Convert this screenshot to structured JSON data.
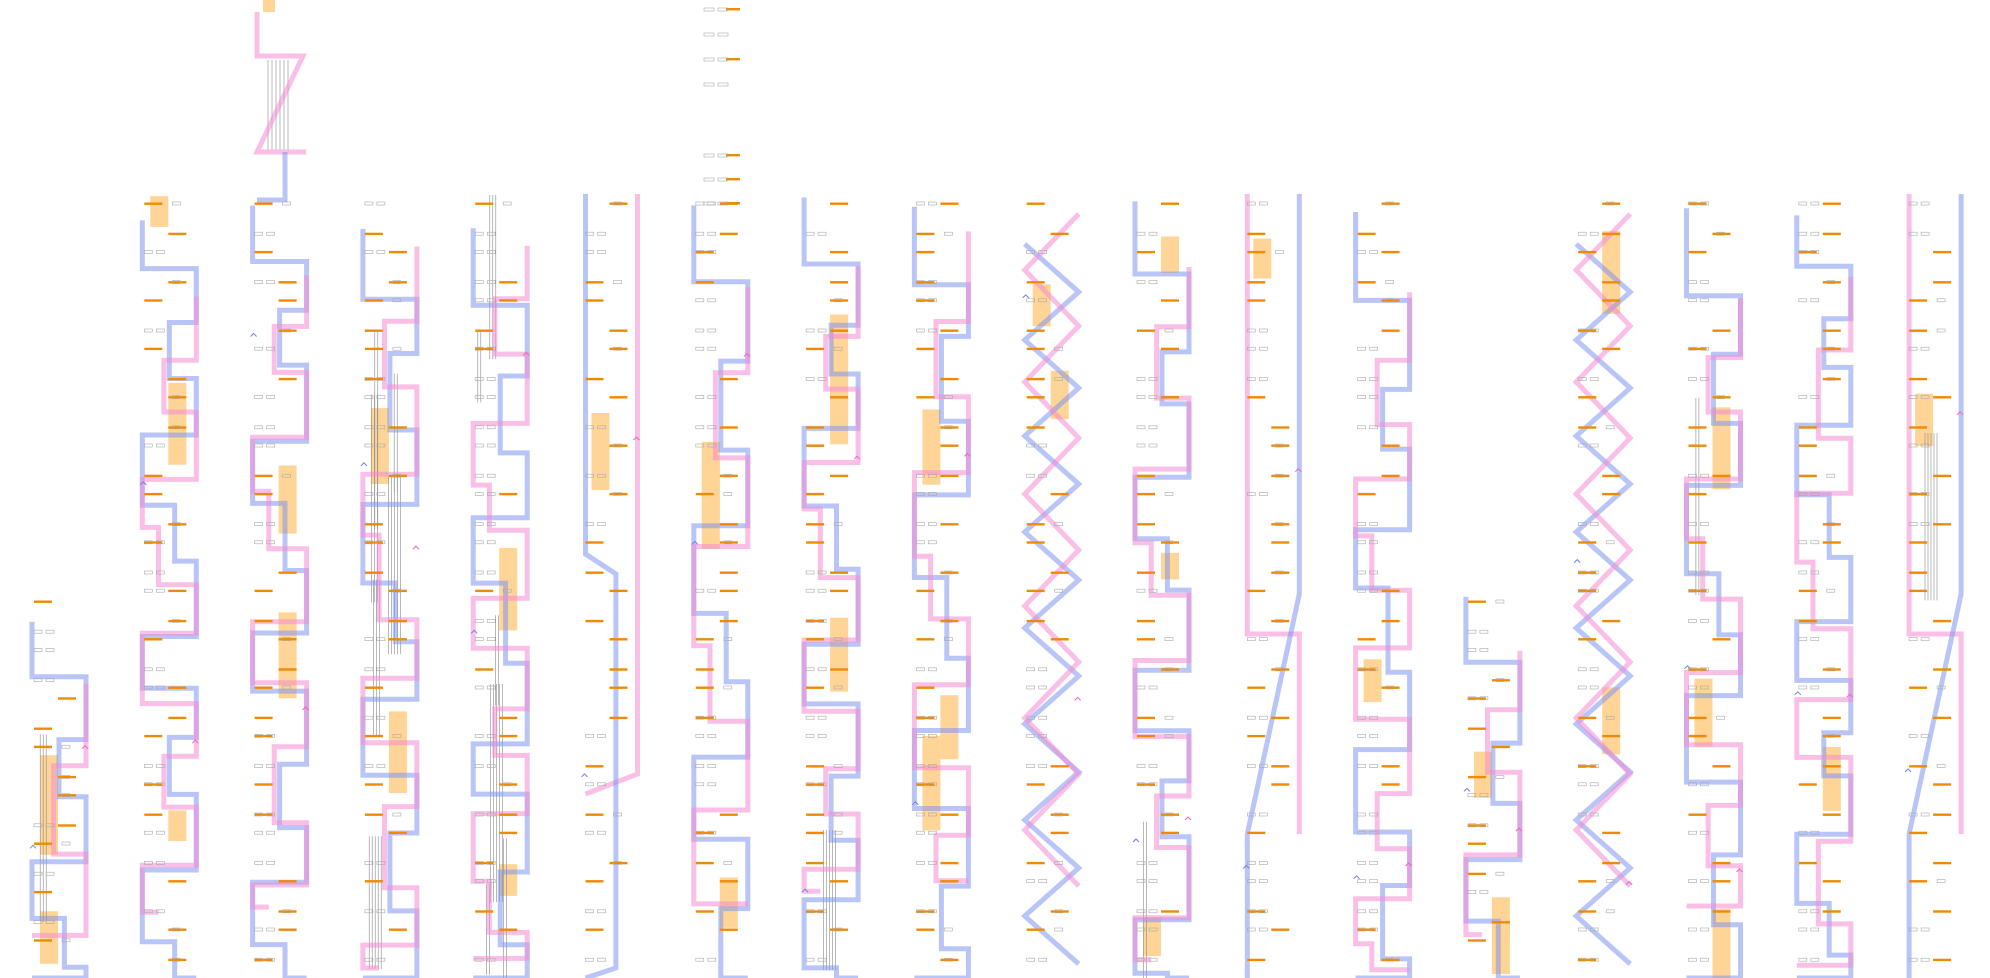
{
  "colors": {
    "background": "#ffffff",
    "path_blue": "#7f95ee",
    "path_pink": "#f48bd2",
    "highlight": "#fed596",
    "tick": "#ef8a07",
    "box_stroke": "#a9a9a9",
    "line": "#8a8a8a",
    "start_marker": "#6e7fe5",
    "end_marker": "#f062c3"
  },
  "diagram": {
    "description_role": "algorithm-trace",
    "columns": [
      {
        "id": "c1",
        "state": [
          5,
          4,
          0,
          3,
          2,
          1,
          0,
          0,
          0,
          6,
          0,
          0,
          0,
          0,
          0,
          0,
          0
        ]
      },
      {
        "id": "c2",
        "state": [
          6,
          2,
          5,
          1,
          0,
          0,
          3,
          0,
          0,
          0,
          0,
          4,
          0,
          0,
          0,
          0,
          0
        ]
      },
      {
        "id": "c3",
        "state": [
          2,
          5,
          6,
          3,
          1,
          0,
          0,
          4,
          0,
          0,
          0,
          0,
          0,
          0,
          0,
          0,
          0
        ]
      },
      {
        "id": "c4",
        "state": [
          0,
          0,
          0,
          0,
          0,
          0,
          0,
          0,
          0,
          0,
          0,
          0,
          0,
          0,
          0,
          0,
          0
        ]
      },
      {
        "id": "c5",
        "state": [
          1,
          0,
          0,
          2,
          0,
          0,
          0,
          0,
          0,
          0,
          0,
          0,
          0,
          0,
          0,
          0,
          0
        ]
      },
      {
        "id": "c6",
        "state": [
          3,
          2,
          1,
          4,
          0,
          5,
          6,
          0,
          0,
          0,
          0,
          0,
          0,
          0,
          0,
          0,
          0
        ]
      },
      {
        "id": "c7",
        "state": [
          4,
          6,
          2,
          1,
          3,
          5,
          0,
          0,
          0,
          0,
          0,
          0,
          0,
          0,
          0,
          0,
          0
        ]
      },
      {
        "id": "c8",
        "state": [
          1,
          2,
          4,
          3,
          6,
          5,
          0,
          0,
          0,
          0,
          0,
          0,
          0,
          0,
          0,
          0,
          0
        ]
      },
      {
        "id": "c9",
        "state": [
          6,
          3,
          2,
          5,
          4,
          1,
          0,
          0,
          0,
          0,
          0,
          0,
          0,
          0,
          0,
          0,
          0
        ]
      },
      {
        "id": "c10",
        "state": [
          2,
          1,
          6,
          3,
          4,
          5,
          0,
          0,
          0,
          0,
          0,
          0,
          0,
          0,
          0,
          0,
          0
        ]
      },
      {
        "id": "c11",
        "state": [
          3,
          4,
          5,
          6,
          1,
          2,
          0,
          0,
          0,
          0,
          0,
          0,
          0,
          0,
          0,
          0,
          0
        ]
      },
      {
        "id": "c12",
        "state": [
          5,
          3,
          1,
          6,
          2,
          4,
          0,
          0,
          0,
          0,
          0,
          0,
          0,
          0,
          0,
          0,
          0
        ]
      },
      {
        "id": "c13",
        "state": [
          1,
          6,
          2,
          4,
          3,
          5,
          0,
          0,
          0,
          0,
          0,
          0,
          0,
          0,
          0,
          0,
          0
        ]
      },
      {
        "id": "c14",
        "state": [
          4,
          2,
          3,
          1,
          6,
          5,
          0,
          0,
          0,
          0,
          0,
          0,
          0,
          0,
          0,
          0,
          0
        ]
      },
      {
        "id": "c15",
        "state": [
          2,
          5,
          3,
          6,
          4,
          1,
          0,
          0,
          0,
          0,
          0,
          0,
          0,
          0,
          0,
          0,
          0
        ]
      },
      {
        "id": "c16",
        "state": [
          6,
          1,
          4,
          2,
          5,
          3,
          0,
          0,
          0,
          0,
          0,
          0,
          0,
          0,
          0,
          0,
          0
        ]
      },
      {
        "id": "c17",
        "state": [
          3,
          2,
          1,
          5,
          4,
          6,
          0,
          0,
          0,
          0,
          0,
          0,
          0,
          0,
          0,
          0,
          0
        ]
      },
      {
        "id": "c18",
        "state": [
          1,
          4,
          6,
          2,
          5,
          3,
          0,
          0,
          0,
          0,
          0,
          0,
          0,
          0,
          0,
          0,
          0
        ]
      }
    ]
  }
}
